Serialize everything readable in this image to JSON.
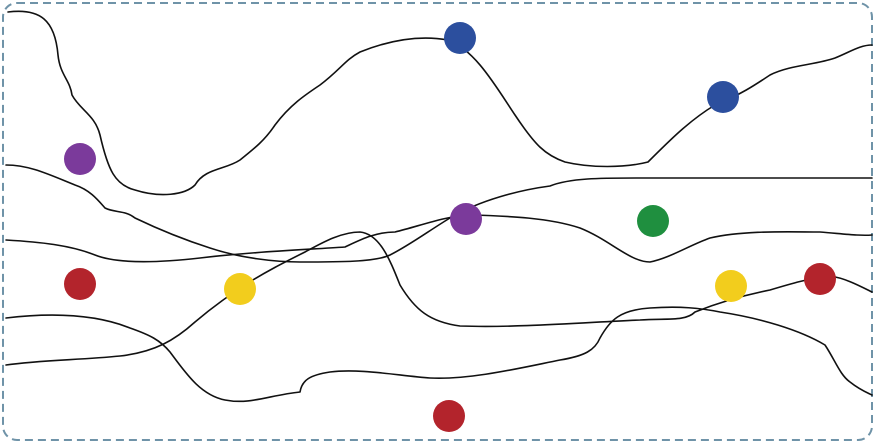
{
  "board": {
    "frame_color": "#6f93a8",
    "line_color": "#111111",
    "curves": [
      {
        "id": "curve-1"
      },
      {
        "id": "curve-2"
      },
      {
        "id": "curve-3"
      },
      {
        "id": "curve-4"
      },
      {
        "id": "curve-5"
      },
      {
        "id": "curve-6"
      },
      {
        "id": "curve-7"
      }
    ]
  },
  "dots": [
    {
      "id": "blue-1",
      "color_name": "blue",
      "color": "#2c4f9e"
    },
    {
      "id": "blue-2",
      "color_name": "blue",
      "color": "#2c4f9e"
    },
    {
      "id": "purple-1",
      "color_name": "purple",
      "color": "#7b3a9b"
    },
    {
      "id": "purple-2",
      "color_name": "purple",
      "color": "#7b3a9b"
    },
    {
      "id": "green-1",
      "color_name": "green",
      "color": "#1f8f3f"
    },
    {
      "id": "red-1",
      "color_name": "red",
      "color": "#b3242c"
    },
    {
      "id": "red-2",
      "color_name": "red",
      "color": "#b3242c"
    },
    {
      "id": "red-3",
      "color_name": "red",
      "color": "#b3242c"
    },
    {
      "id": "yellow-1",
      "color_name": "yellow",
      "color": "#f2cd1d"
    },
    {
      "id": "yellow-2",
      "color_name": "yellow",
      "color": "#f2cd1d"
    }
  ]
}
